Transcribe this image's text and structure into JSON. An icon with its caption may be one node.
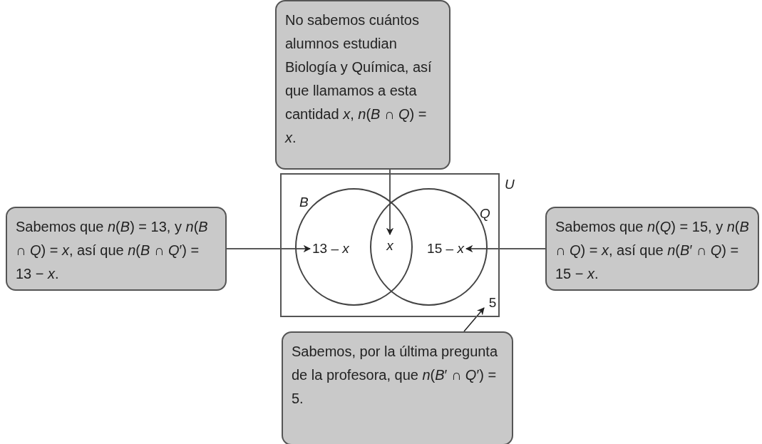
{
  "diagram": {
    "nodes": [
      {
        "text": [
          "No sabemos cuántos alumnos estudian Biología y Química, así que llamamos a esta cantidad *x*, *n*(*B* ∩ *Q*) = *x*."
        ]
      },
      {
        "text": [
          "U"
        ]
      },
      {
        "text": [
          "B"
        ],
        "in": 1
      },
      {
        "text": [
          "Q"
        ],
        "in": 1
      },
      {
        "text": [
          "Sabemos que *n*(*B*) = 13, y *n*(*B* ∩ *Q*) = *x*, así que *n*(*B* ∩ *Q*′) = 13 − *x*."
        ]
      },
      {
        "text": [
          "13 – *x*"
        ],
        "in": 2
      },
      {
        "text": [
          "x"
        ]
      },
      {
        "text": [
          "15 – *x*"
        ],
        "in": 3
      },
      {
        "text": [
          "Sabemos que *n*(*Q*) = 15, y *n*(*B* ∩ *Q*) = *x*, así que *n*(*B*′ ∩ *Q*) = 15 − *x*."
        ]
      },
      {
        "text": [
          "5"
        ],
        "in": 1
      },
      {
        "text": [
          "Sabemos, por la última pregunta de la profesora, que *n*(*B*′ ∩ *Q*′) = 5."
        ]
      }
    ],
    "edges": [
      {
        "from": 0,
        "to": 6,
        "arrow": "to"
      },
      {
        "from": 4,
        "to": 5,
        "arrow": "to"
      },
      {
        "from": 8,
        "to": 7,
        "arrow": "to"
      },
      {
        "from": 10,
        "to": 9,
        "arrow": "to"
      }
    ]
  }
}
